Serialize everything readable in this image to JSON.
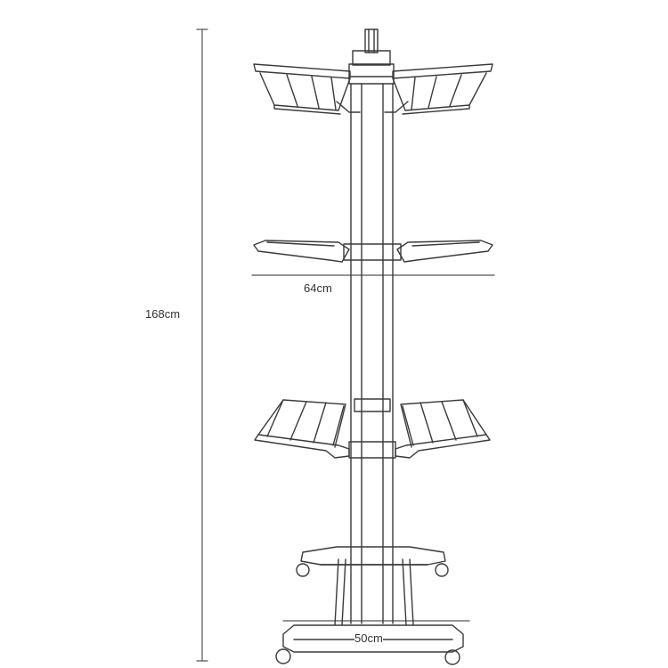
{
  "dimensions": {
    "height": "168cm",
    "shelf_width": "64cm",
    "base_width": "50cm"
  },
  "colors": {
    "line": "#3a3a3a",
    "dimension_line": "#555555",
    "background": "#ffffff"
  }
}
